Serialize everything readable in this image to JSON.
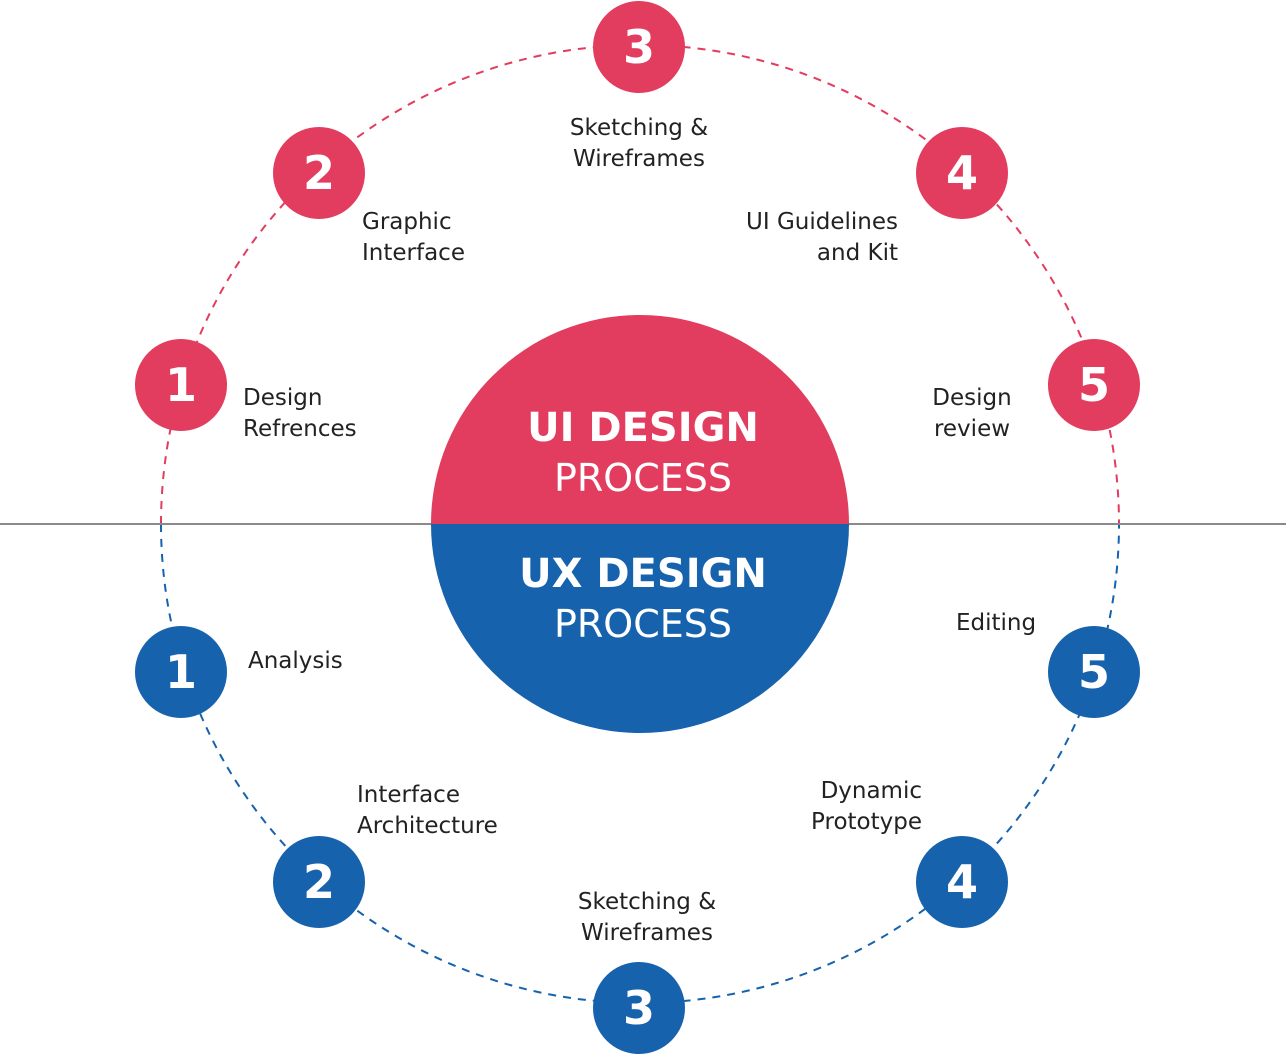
{
  "colors": {
    "ui": "#e23c5e",
    "ux": "#1762ad",
    "divider": "#8a8a8a",
    "text": "#222222"
  },
  "ui": {
    "title_bold": "UI DESIGN",
    "title_thin": "PROCESS",
    "steps": [
      {
        "number": "1",
        "label_lines": [
          "Design",
          "Refrences"
        ]
      },
      {
        "number": "2",
        "label_lines": [
          "Graphic",
          "Interface"
        ]
      },
      {
        "number": "3",
        "label_lines": [
          "Sketching &",
          "Wireframes"
        ]
      },
      {
        "number": "4",
        "label_lines": [
          "UI Guidelines",
          "and Kit"
        ]
      },
      {
        "number": "5",
        "label_lines": [
          "Design",
          "review"
        ]
      }
    ]
  },
  "ux": {
    "title_bold": "UX DESIGN",
    "title_thin": "PROCESS",
    "steps": [
      {
        "number": "1",
        "label_lines": [
          "Analysis"
        ]
      },
      {
        "number": "2",
        "label_lines": [
          "Interface",
          "Architecture"
        ]
      },
      {
        "number": "3",
        "label_lines": [
          "Sketching &",
          "Wireframes"
        ]
      },
      {
        "number": "4",
        "label_lines": [
          "Dynamic",
          "Prototype"
        ]
      },
      {
        "number": "5",
        "label_lines": [
          "Editing"
        ]
      }
    ]
  }
}
